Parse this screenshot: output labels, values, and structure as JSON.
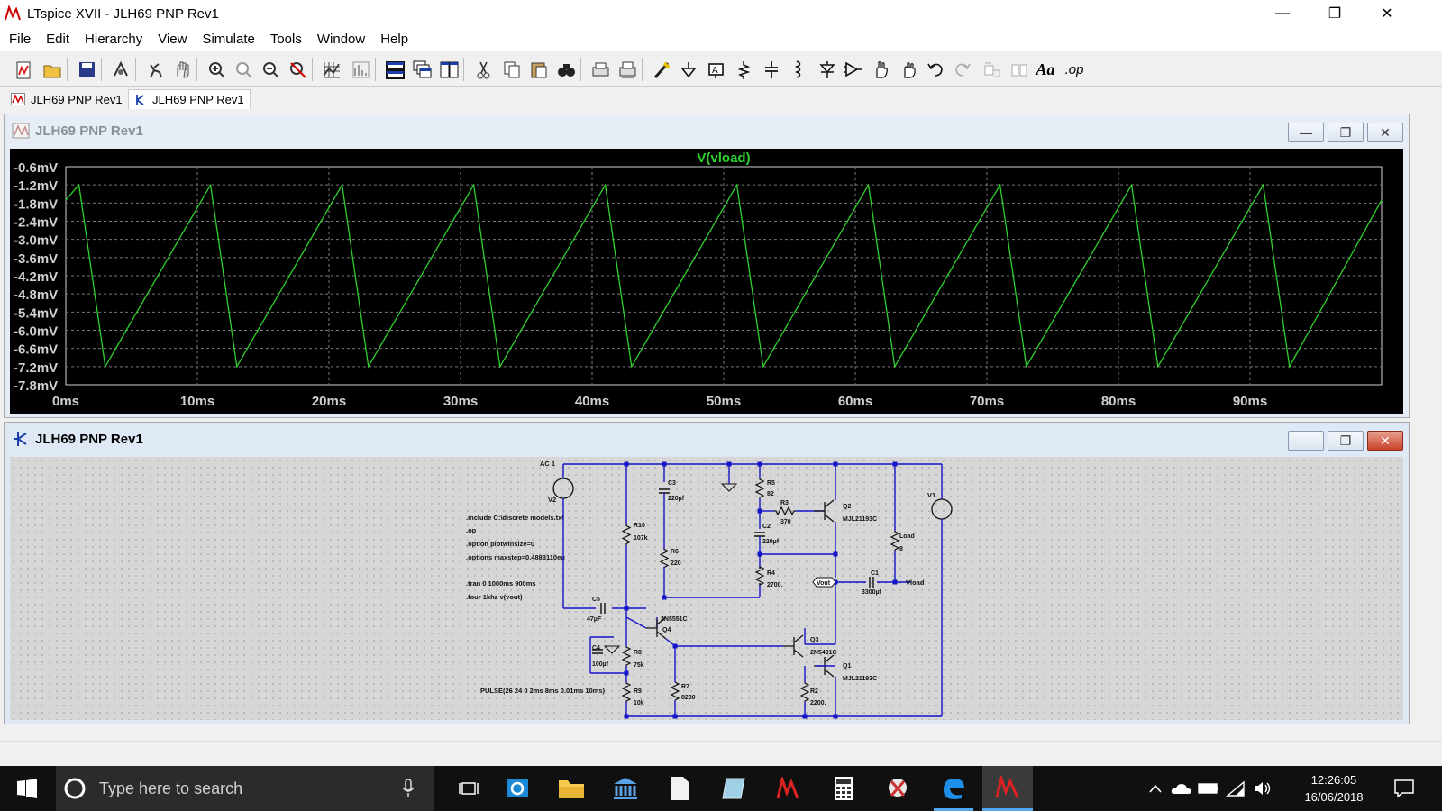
{
  "window": {
    "title": "LTspice XVII - JLH69 PNP Rev1",
    "min": "—",
    "max": "❐",
    "close": "✕"
  },
  "menu": [
    "File",
    "Edit",
    "Hierarchy",
    "View",
    "Simulate",
    "Tools",
    "Window",
    "Help"
  ],
  "toolbar_icons": [
    "new-schematic-icon",
    "open-icon",
    "save-icon",
    "control-panel-icon",
    "run-icon",
    "halt-icon",
    "zoom-in-icon",
    "zoom-full-icon",
    "zoom-out-icon",
    "zoom-cancel-icon",
    "autorange-icon",
    "fft-icon",
    "tile-horizontal-icon",
    "cascade-icon",
    "tile-vertical-icon",
    "cut-icon",
    "copy-icon",
    "paste-icon",
    "find-icon",
    "print-icon",
    "print-preview-icon",
    "wire-icon",
    "ground-icon",
    "label-icon",
    "resistor-icon",
    "capacitor-icon",
    "inductor-icon",
    "diode-icon",
    "component-icon",
    "move-icon",
    "drag-icon",
    "undo-icon",
    "redo-icon",
    "rotate-icon",
    "mirror-icon",
    "text-icon",
    "spice-directive-icon"
  ],
  "toolbar_text": {
    "text": "Aa",
    "op": ".op"
  },
  "tabs": [
    {
      "label": "JLH69 PNP Rev1",
      "icon": "waveform-tab-icon"
    },
    {
      "label": "JLH69 PNP Rev1",
      "icon": "schematic-tab-icon"
    }
  ],
  "plot_window": {
    "title": "JLH69 PNP Rev1",
    "trace_label": "V(vload)",
    "trace_color": "#2fd12f",
    "background": "#000000"
  },
  "chart_data": {
    "type": "line",
    "title": "V(vload)",
    "xlabel": "",
    "ylabel": "",
    "xlim": [
      0,
      100
    ],
    "ylim": [
      -7.8,
      -0.6
    ],
    "yticks": [
      "-0.6mV",
      "-1.2mV",
      "-1.8mV",
      "-2.4mV",
      "-3.0mV",
      "-3.6mV",
      "-4.2mV",
      "-4.8mV",
      "-5.4mV",
      "-6.0mV",
      "-6.6mV",
      "-7.2mV",
      "-7.8mV"
    ],
    "xticks": [
      "0ms",
      "10ms",
      "20ms",
      "30ms",
      "40ms",
      "50ms",
      "60ms",
      "70ms",
      "80ms",
      "90ms"
    ],
    "grid": true,
    "series": [
      {
        "name": "V(vload)",
        "x": [
          0,
          1,
          3,
          11,
          13,
          21,
          23,
          31,
          33,
          41,
          43,
          51,
          53,
          61,
          63,
          71,
          73,
          81,
          83,
          91,
          93,
          100
        ],
        "y": [
          -1.7,
          -1.2,
          -7.2,
          -1.2,
          -7.2,
          -1.2,
          -7.2,
          -1.2,
          -7.2,
          -1.2,
          -7.2,
          -1.2,
          -7.2,
          -1.2,
          -7.2,
          -1.2,
          -7.2,
          -1.2,
          -7.2,
          -1.2,
          -7.2,
          -1.7
        ]
      }
    ]
  },
  "schematic_window": {
    "title": "JLH69 PNP Rev1",
    "directives": [
      ".include C:\\discrete models.txt",
      ".op",
      ".option plotwinsize=0",
      ".options maxstep=0.4883110еu",
      ".tran 0 1000ms 900ms",
      ".four 1khz v(vout)"
    ],
    "pulse": "PULSE(26 24 0 2ms 8ms 0.01ms 10ms)",
    "source_v2": "V2",
    "source_ac": "AC 1",
    "source_v1": "V1",
    "components": {
      "C3": "C3",
      "C3v": "220µf",
      "R5": "R5",
      "R5v": "82",
      "R3": "R3",
      "R3v": "370",
      "C2": "C2",
      "C2v": "220µf",
      "R4": "R4",
      "R4v": "2700.",
      "R10": "R10",
      "R10v": "107k",
      "R6": "R6",
      "R6v": "220",
      "C5": "C5",
      "C5v": "47µF",
      "Q4": "Q4",
      "Q4v": "2N5551C",
      "C4": "C4",
      "C4v": "100µf",
      "R8": "R8",
      "R8v": "75k",
      "R9": "R9",
      "R9v": "10k",
      "R7": "R7",
      "R7v": "8200",
      "Q3": "Q3",
      "Q3v": "2N5401C",
      "Q2": "Q2",
      "Q2v": "MJL21193C",
      "Q1": "Q1",
      "Q1v": "MJL21193C",
      "R2": "R2",
      "R2v": "2200.",
      "C1": "C1",
      "C1v": "3300µf",
      "Load": "Load",
      "Loadv": "8",
      "vout": "Vout",
      "vload": "Vload"
    }
  },
  "taskbar": {
    "search_placeholder": "Type here to search",
    "time": "12:26:05",
    "date": "16/06/2018"
  }
}
